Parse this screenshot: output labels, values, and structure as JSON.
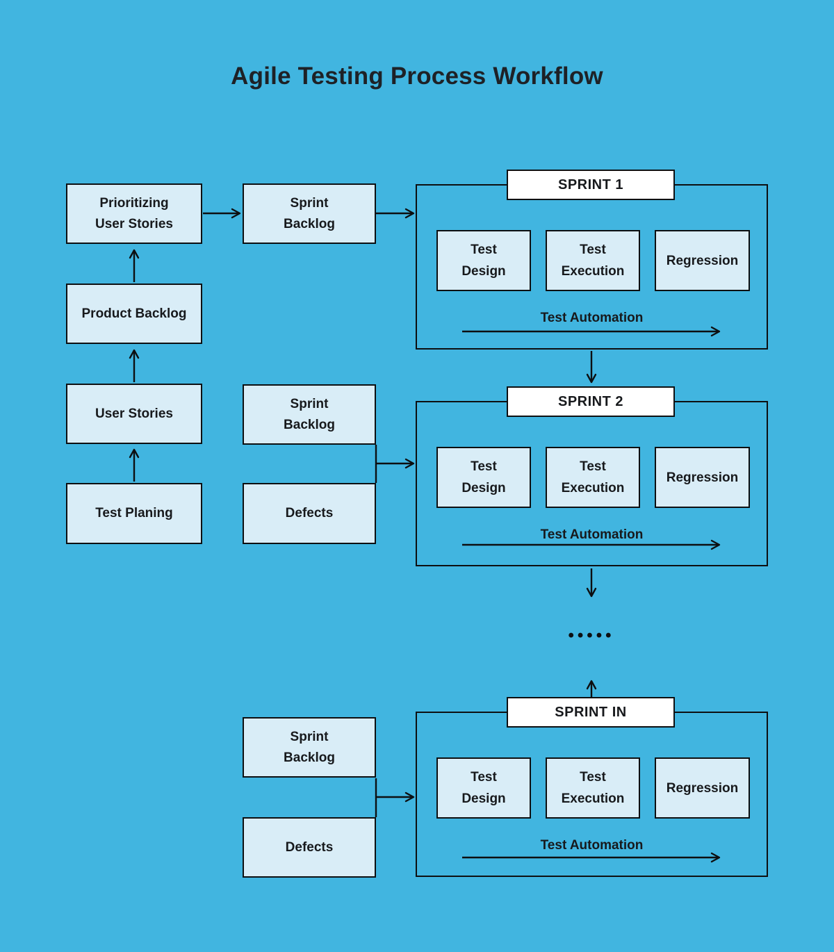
{
  "title": "Agile Testing Process Workflow",
  "ellipsis": "•••••",
  "colors": {
    "background": "#41b5e0",
    "node_fill": "#d9edf7",
    "node_border": "#0d0f11",
    "sprint_label_bg": "#ffffff",
    "text": "#17191c"
  },
  "nodes": {
    "prioritizing_user_stories": "Prioritizing\nUser Stories",
    "product_backlog": "Product Backlog",
    "user_stories": "User Stories",
    "test_planing": "Test Planing",
    "sprint_backlog": "Sprint\nBacklog",
    "defects": "Defects",
    "test_design": "Test\nDesign",
    "test_execution": "Test\nExecution",
    "regression": "Regression",
    "test_automation": "Test Automation"
  },
  "sprints": [
    {
      "label": "SPRINT 1"
    },
    {
      "label": "SPRINT 2"
    },
    {
      "label": "SPRINT IN"
    }
  ]
}
